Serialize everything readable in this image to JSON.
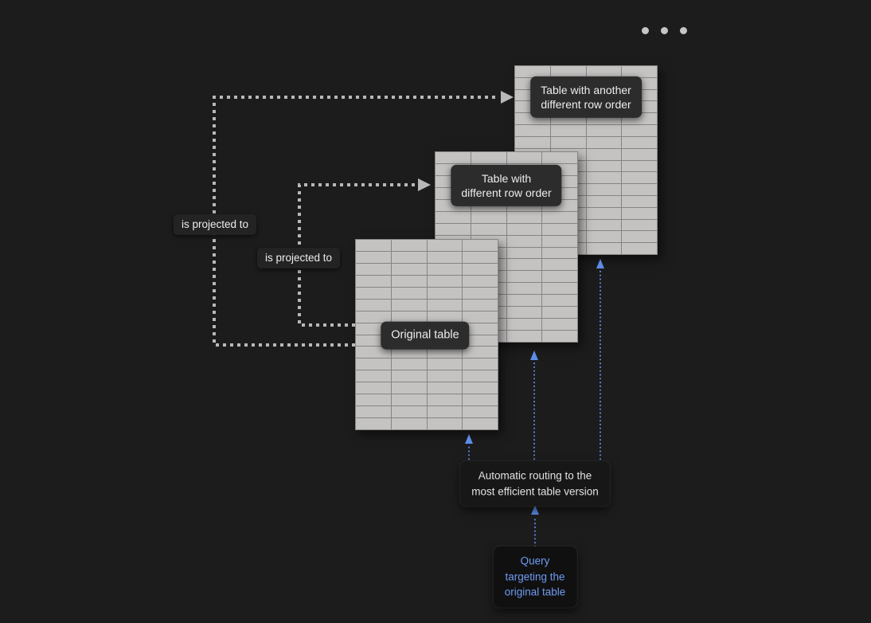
{
  "page": {
    "background": "#1c1c1c"
  },
  "window_dots": {
    "count": 3
  },
  "tables": {
    "original": {
      "label": "Original table",
      "rows": 16,
      "cols": 4
    },
    "reordered": {
      "label": "Table with\ndifferent row order",
      "rows": 16,
      "cols": 4
    },
    "reordered_alt": {
      "label": "Table with another\ndifferent row order",
      "rows": 16,
      "cols": 4
    }
  },
  "edges": {
    "projection_outer": {
      "label": "is projected to"
    },
    "projection_inner": {
      "label": "is projected to"
    }
  },
  "routing": {
    "label": "Automatic routing to the\nmost efficient table version"
  },
  "query": {
    "label": "Query\ntargeting the\noriginal table"
  },
  "colors": {
    "page_bg": "#1c1c1c",
    "table_fill": "#c4c3c1",
    "table_grid": "#858585",
    "arrow_gray": "#b8b8b8",
    "arrow_blue": "#5d8ce8",
    "query_text": "#6f9bf2",
    "dot_color": "#c6c6c6"
  }
}
